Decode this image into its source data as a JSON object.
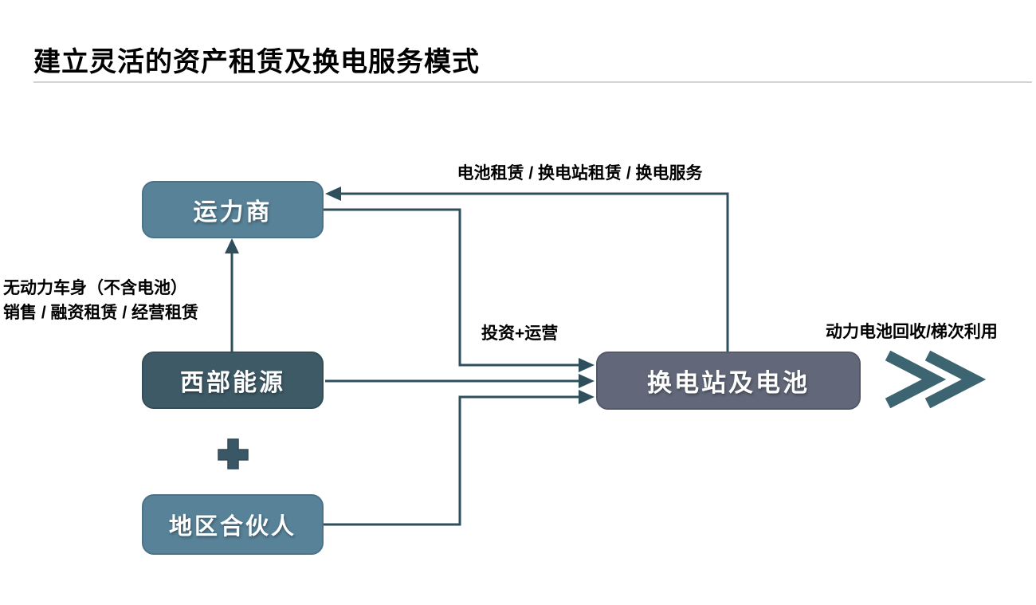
{
  "title": "建立灵活的资产租赁及换电服务模式",
  "nodes": {
    "carrier": {
      "label": "运力商"
    },
    "western_energy": {
      "label": "西部能源"
    },
    "regional_partner": {
      "label": "地区合伙人"
    },
    "swap_station": {
      "label": "换电站及电池"
    }
  },
  "edge_labels": {
    "battery_lease": "电池租赁 / 换电站租赁 / 换电服务",
    "body_sale_line1": "无动力车身（不含电池）",
    "body_sale_line2": "销售 / 融资租赁 / 经营租赁",
    "invest_operate": "投资+运营",
    "recycle": "动力电池回收/梯次利用"
  },
  "symbols": {
    "plus": "+",
    "chevron": "double-chevron-right"
  },
  "colors": {
    "node_light": "#588298",
    "node_dark": "#3d5a66",
    "node_gray": "#626879",
    "node_text": "#ffffff",
    "connector": "#2f4f5d",
    "plus": "#3a5765",
    "chevron": "#3d6571",
    "divider": "#d4d4d4",
    "title_text": "#000000",
    "label_text": "#000000"
  }
}
